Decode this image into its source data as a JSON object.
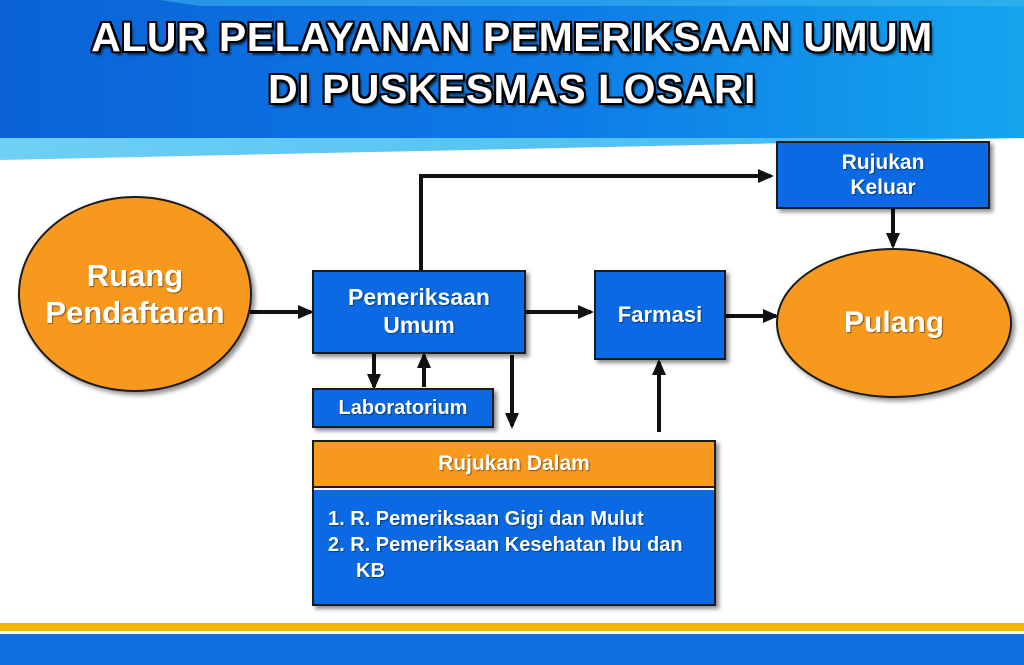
{
  "title": {
    "line1": "ALUR PELAYANAN PEMERIKSAAN UMUM",
    "line2": "DI PUSKESMAS LOSARI"
  },
  "nodes": {
    "ruang_pendaftaran": "Ruang\nPendaftaran",
    "pemeriksaan_umum": "Pemeriksaan\nUmum",
    "laboratorium": "Laboratorium",
    "farmasi": "Farmasi",
    "pulang": "Pulang",
    "rujukan_keluar": "Rujukan\nKeluar",
    "rujukan_dalam": {
      "header": "Rujukan Dalam",
      "items": [
        "1. R. Pemeriksaan Gigi dan Mulut",
        "2. R. Pemeriksaan Kesehatan Ibu dan KB"
      ]
    }
  },
  "colors": {
    "box_blue": "#0a69e3",
    "ellipse_orange": "#f7991c",
    "header_blue": "#0b74e0",
    "stripe_yellow": "#f5b400",
    "arrow": "#111111"
  }
}
